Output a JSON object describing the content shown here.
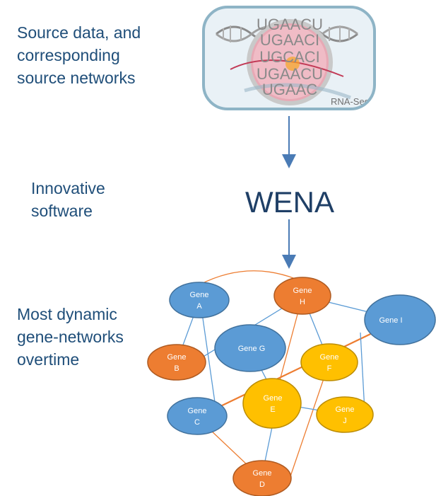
{
  "labels": {
    "source": [
      "Source data, and",
      "corresponding",
      "source networks"
    ],
    "software": [
      "Innovative",
      "software"
    ],
    "dynamic": [
      "Most dynamic",
      "gene-networks",
      "overtime"
    ]
  },
  "rnaseq": {
    "caption": "RNA-Seq",
    "sequence_rows": [
      "UGAACU",
      "UGAACI",
      "UGCACI",
      "UGAACU",
      "UGAAC"
    ]
  },
  "wena": "WENA",
  "network": {
    "nodes": [
      {
        "id": "A",
        "line1": "Gene",
        "line2": "A",
        "color": "blue"
      },
      {
        "id": "H",
        "line1": "Gene",
        "line2": "H",
        "color": "orange"
      },
      {
        "id": "I",
        "line1": "Gene I",
        "line2": "",
        "color": "blue"
      },
      {
        "id": "B",
        "line1": "Gene",
        "line2": "B",
        "color": "orange"
      },
      {
        "id": "G",
        "line1": "Gene G",
        "line2": "",
        "color": "blue"
      },
      {
        "id": "F",
        "line1": "Gene",
        "line2": "F",
        "color": "yellow"
      },
      {
        "id": "E",
        "line1": "Gene",
        "line2": "E",
        "color": "yellow"
      },
      {
        "id": "J",
        "line1": "Gene",
        "line2": "J",
        "color": "yellow"
      },
      {
        "id": "C",
        "line1": "Gene",
        "line2": "C",
        "color": "blue"
      },
      {
        "id": "D",
        "line1": "Gene",
        "line2": "D",
        "color": "orange"
      }
    ],
    "colors": {
      "blue": "#5b9bd5",
      "orange": "#ed7d31",
      "yellow": "#ffc000",
      "blue_edge": "#5b8fbf",
      "orange_edge": "#c55a11"
    }
  }
}
